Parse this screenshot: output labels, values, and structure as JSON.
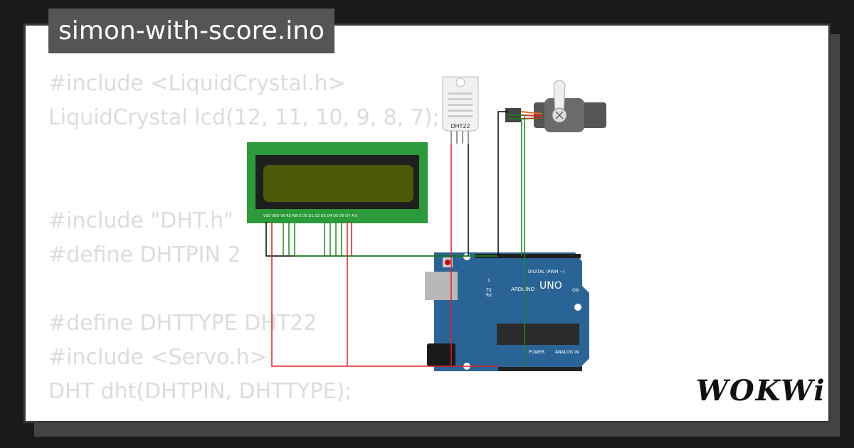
{
  "title": "simon-with-score.ino",
  "code_lines": [
    "#include <LiquidCrystal.h>",
    "LiquidCrystal lcd(12, 11, 10, 9, 8, 7);",
    "#include \"DHT.h\"",
    "#define DHTPIN 2",
    "#define DHTTYPE DHT22",
    "#include <Servo.h>",
    "DHT dht(DHTPIN, DHTTYPE);"
  ],
  "brand": "WOKWi",
  "components": {
    "sensor_label": "DHT22",
    "board_name": "UNO",
    "board_maker": "ARDUINO",
    "board_header_digital": "DIGITAL (PWM ~)",
    "board_header_power": "POWER",
    "board_header_analog": "ANALOG IN",
    "board_led_on": "ON",
    "board_led_l": "L",
    "board_led_tx": "TX",
    "board_led_rx": "RX",
    "lcd_pin_labels": "VSS VDD V0 RS RW E D0 D1 D2 D3 D4 D5 D6 D7 A K"
  },
  "colors": {
    "lcd_board": "#2b9a3b",
    "lcd_screen": "#4c5a05",
    "arduino": "#2a6496",
    "wire_red": "#e02020",
    "wire_green": "#1a8a1a",
    "wire_black": "#000000"
  }
}
